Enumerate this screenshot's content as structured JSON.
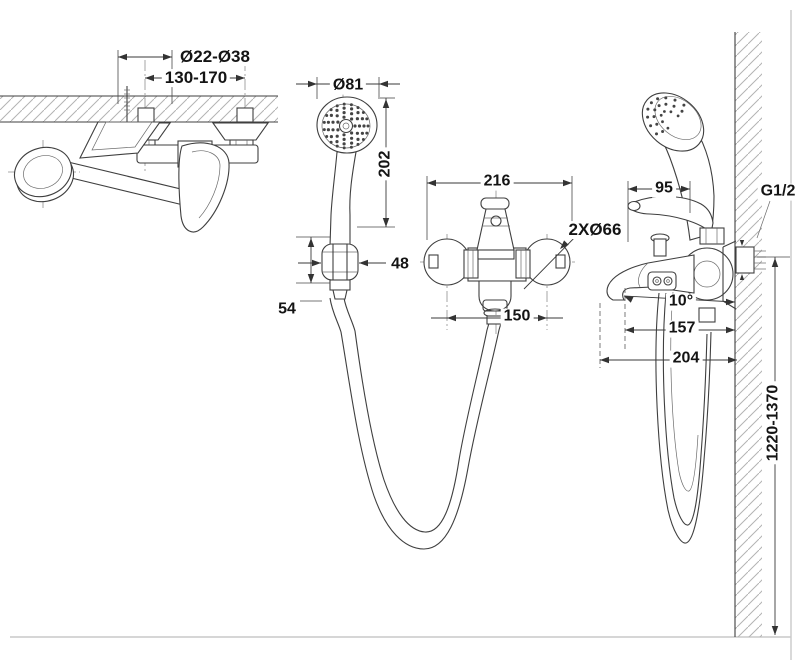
{
  "drawing": {
    "dims": {
      "top_view": {
        "escutcheon_diameter": "Ø22-Ø38",
        "hole_spacing": "130-170"
      },
      "handshower": {
        "head_diameter": "Ø81",
        "shower_length": "202",
        "holder_width": "48",
        "holder_height": "54"
      },
      "front_view": {
        "body_width": "216",
        "escutcheons": "2XØ66",
        "center_distance": "150"
      },
      "side_view": {
        "lever_length": "95",
        "connection_thread": "G1/2",
        "spout_angle": "10°",
        "spout_reach": "157",
        "total_depth": "204",
        "install_height": "1220-1370"
      }
    }
  }
}
